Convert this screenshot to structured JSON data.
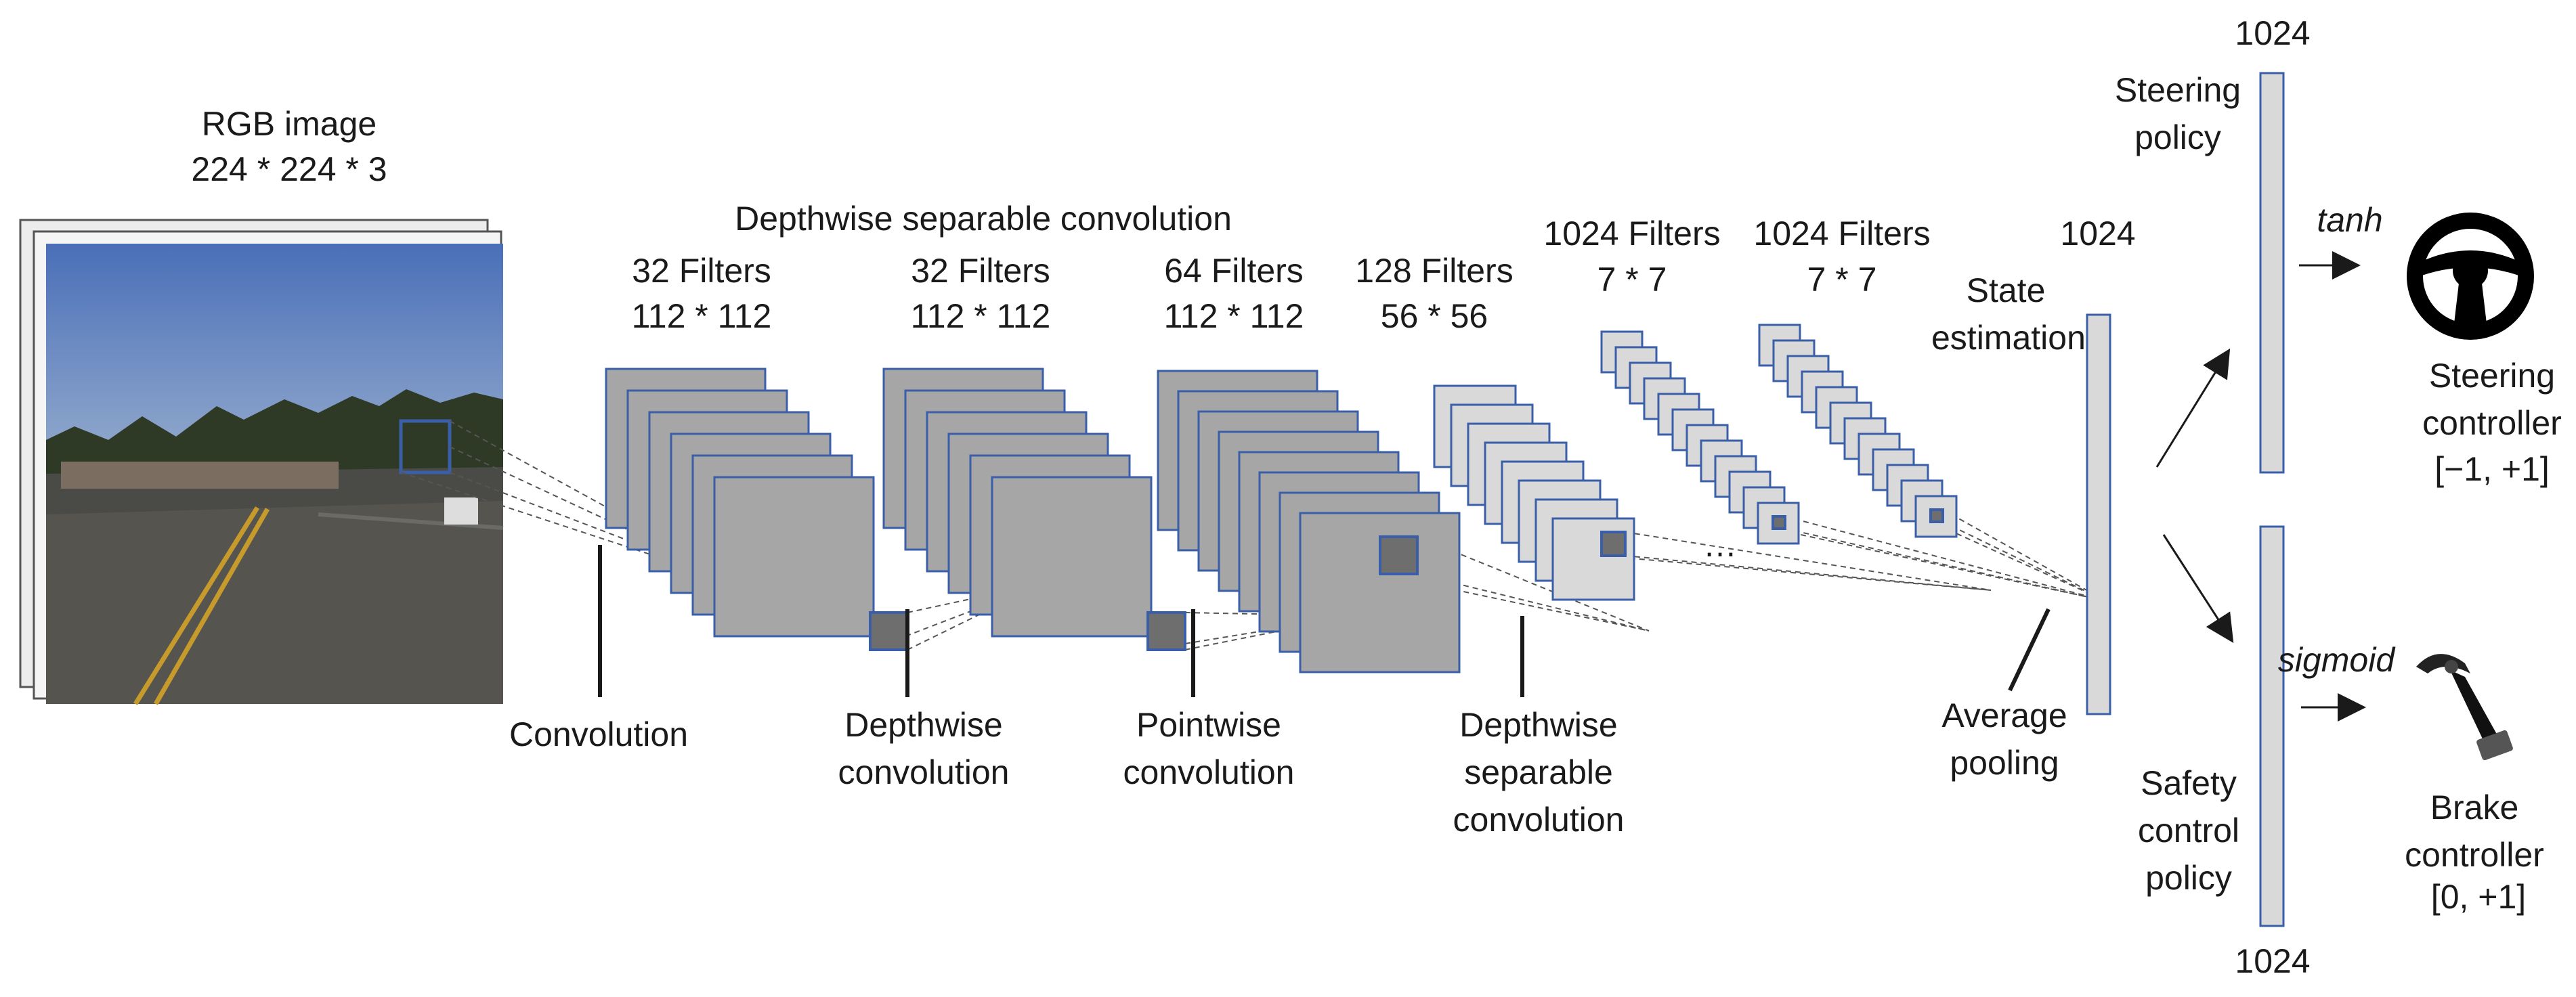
{
  "input": {
    "title": "RGB image",
    "dims": "224 * 224 * 3"
  },
  "sections": {
    "dsc_header": "Depthwise separable convolution"
  },
  "layers": [
    {
      "filters": "32 Filters",
      "size": "112 * 112",
      "label": "Convolution"
    },
    {
      "filters": "32 Filters",
      "size": "112 * 112",
      "label": "Depthwise convolution"
    },
    {
      "filters": "64 Filters",
      "size": "112 * 112",
      "label": "Pointwise convolution"
    },
    {
      "filters": "128 Filters",
      "size": "56 * 56",
      "label": "Depthwise separable convolution"
    },
    {
      "filters": "1024 Filters",
      "size": "7 * 7"
    },
    {
      "filters": "1024 Filters",
      "size": "7 * 7"
    }
  ],
  "ellipsis": "…",
  "pooling": {
    "label": "Average pooling"
  },
  "state": {
    "label": "State estimation",
    "size": "1024"
  },
  "heads": [
    {
      "policy": "Steering policy",
      "size": "1024",
      "activation": "tanh",
      "controller": "Steering controller",
      "range": "[−1, +1]",
      "icon": "steering-wheel-icon"
    },
    {
      "policy": "Safety control policy",
      "size": "1024",
      "activation": "sigmoid",
      "controller": "Brake controller",
      "range": "[0, +1]",
      "icon": "brake-pedal-icon"
    }
  ]
}
